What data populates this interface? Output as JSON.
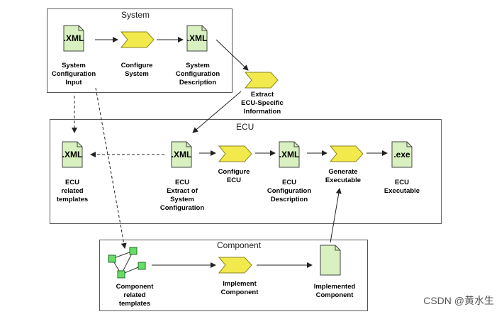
{
  "groups": {
    "system": "System",
    "ecu": "ECU",
    "component": "Component"
  },
  "docs": {
    "xml": ".XML",
    "exe": ".exe"
  },
  "labels": {
    "system_config_input": "System\nConfiguration\nInput",
    "configure_system": "Configure\nSystem",
    "system_config_description": "System\nConfiguration\nDescription",
    "extract_ecu_specific": "Extract\nECU-Specific\nInformation",
    "ecu_related_templates": "ECU\nrelated\ntemplates",
    "ecu_extract": "ECU\nExtract of\nSystem\nConfiguration",
    "configure_ecu": "Configure\nECU",
    "ecu_config_description": "ECU\nConfiguration\nDescription",
    "generate_executable": "Generate\nExecutable",
    "ecu_executable": "ECU\nExecutable",
    "component_related_templates": "Component\nrelated\ntemplates",
    "implement_component": "Implement\nComponent",
    "implemented_component": "Implemented\nComponent"
  },
  "watermark": "CSDN @黄水生",
  "colors": {
    "doc_fill": "#d9f0c0",
    "proc_fill": "#f2ea4c",
    "node_fill": "#66dd66"
  }
}
